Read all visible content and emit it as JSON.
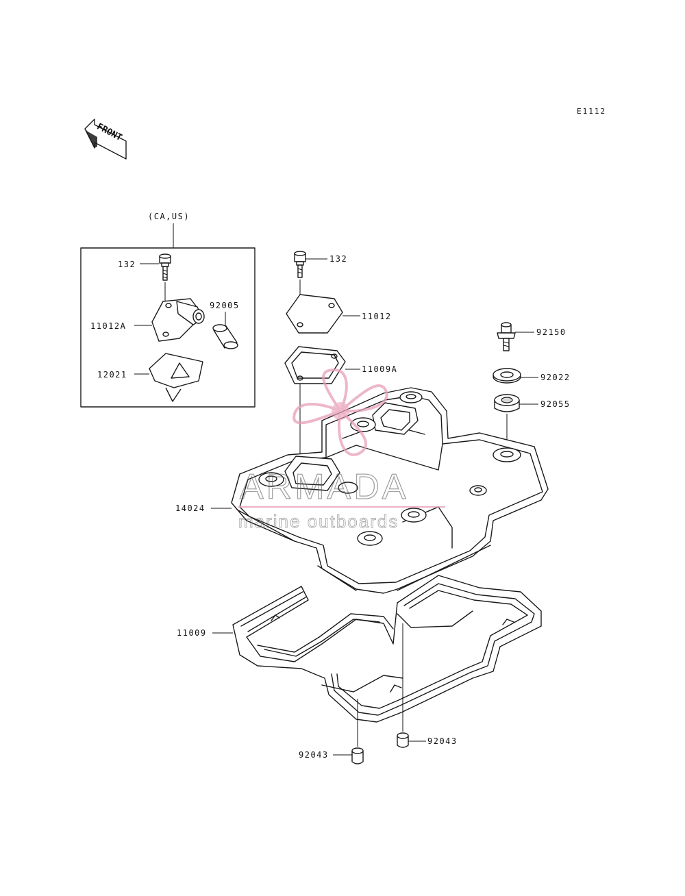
{
  "diagram_code": "E1112",
  "front_label": "FRONT",
  "inset_label": "(CA,US)",
  "watermark": {
    "brand": "ARMADA",
    "tagline": "marine outboards",
    "accent_color": "#e8a0b8"
  },
  "parts": [
    {
      "id": "inset-132",
      "number": "132"
    },
    {
      "id": "inset-11012A",
      "number": "11012A"
    },
    {
      "id": "inset-92005",
      "number": "92005"
    },
    {
      "id": "inset-12021",
      "number": "12021"
    },
    {
      "id": "main-132",
      "number": "132"
    },
    {
      "id": "main-11012",
      "number": "11012"
    },
    {
      "id": "main-11009A",
      "number": "11009A"
    },
    {
      "id": "main-92150",
      "number": "92150"
    },
    {
      "id": "main-92022",
      "number": "92022"
    },
    {
      "id": "main-92055",
      "number": "92055"
    },
    {
      "id": "main-14024",
      "number": "14024"
    },
    {
      "id": "main-11009",
      "number": "11009"
    },
    {
      "id": "main-92043-left",
      "number": "92043"
    },
    {
      "id": "main-92043-right",
      "number": "92043"
    }
  ]
}
